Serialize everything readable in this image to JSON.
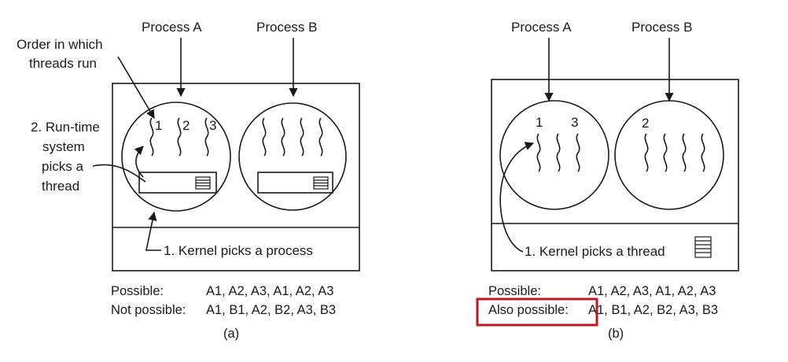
{
  "panel_a": {
    "process_a": "Process A",
    "process_b": "Process B",
    "order_line1": "Order in which",
    "order_line2": "threads run",
    "runtime_line1": "2. Run-time",
    "runtime_line2": "system",
    "runtime_line3": "picks a",
    "runtime_line4": "thread",
    "thread_nums": [
      "1",
      "2",
      "3"
    ],
    "kernel_label": "1. Kernel picks a process",
    "row1_label": "Possible:",
    "row1_value": "A1, A2, A3, A1, A2, A3",
    "row2_label": "Not possible:",
    "row2_value": "A1, B1, A2, B2, A3, B3",
    "caption": "(a)"
  },
  "panel_b": {
    "process_a": "Process A",
    "process_b": "Process B",
    "thread_nums_a": [
      "1",
      "3"
    ],
    "thread_num_b": "2",
    "kernel_label": "1. Kernel picks a thread",
    "row1_label": "Possible:",
    "row1_value": "A1, A2, A3, A1, A2, A3",
    "row2_label": "Also possible:",
    "row2_value": "A1, B1, A2, B2, A3, B3",
    "caption": "(b)",
    "highlight_color": "#c0171c"
  }
}
